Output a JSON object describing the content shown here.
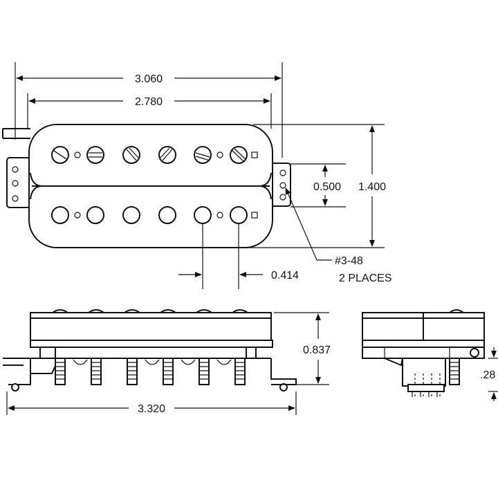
{
  "dimensions": {
    "overall_length": "3.060",
    "cover_length": "2.780",
    "pole_spacing": "0.500",
    "width": "1.400",
    "pole_pitch": "0.414",
    "mount_screw": "#3-48",
    "mount_screw_count": "2 PLACES",
    "height": "0.837",
    "base_length": "3.320",
    "side_partial": ".28"
  },
  "colors": {
    "ink": "#111111",
    "paper": "#ffffff"
  }
}
